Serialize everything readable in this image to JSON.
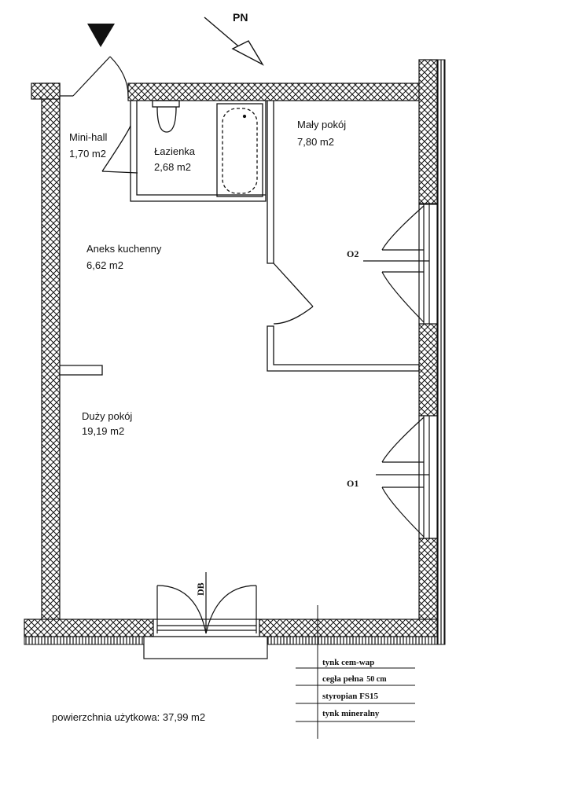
{
  "north": "PN",
  "rooms": {
    "minihall": {
      "name": "Mini-hall",
      "area": "1,70 m2"
    },
    "bathroom": {
      "name": "Łazienka",
      "area": "2,68 m2"
    },
    "small_room": {
      "name": "Mały pokój",
      "area": "7,80 m2"
    },
    "kitchen": {
      "name": "Aneks kuchenny",
      "area": "6,62 m2"
    },
    "large_room": {
      "name": "Duży pokój",
      "area": "19,19 m2"
    }
  },
  "windows": {
    "o1": "O1",
    "o2": "O2"
  },
  "balcony_door": "DB",
  "legend": {
    "layer1": "tynk cem-wap",
    "layer2_main": "cegła pełna",
    "layer2_size": "50 cm",
    "layer3": "styropian FS15",
    "layer4": "tynk mineralny"
  },
  "summary": "powierzchnia użytkowa: 37,99 m2",
  "colors": {
    "line": "#111111",
    "background": "#ffffff"
  }
}
